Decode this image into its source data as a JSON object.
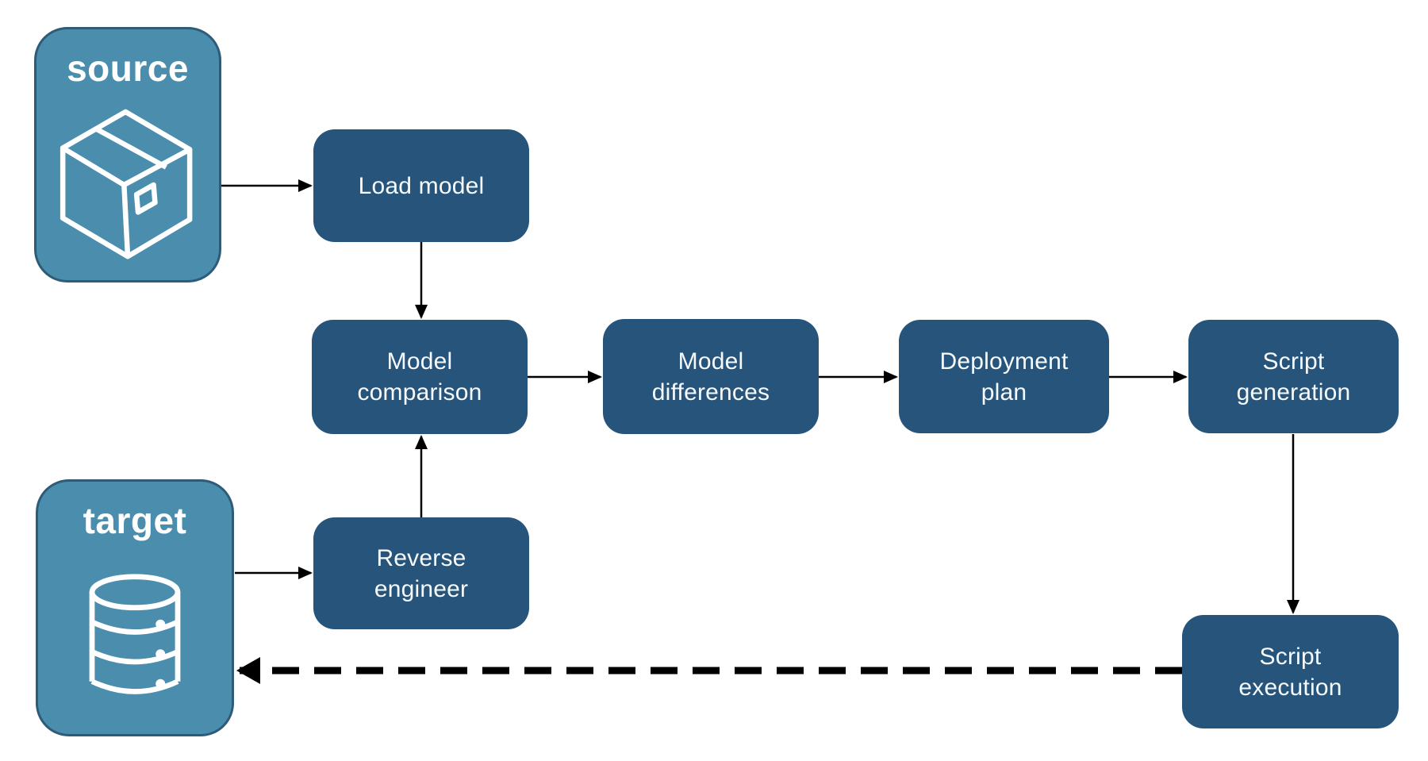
{
  "diagram": {
    "endpoints": {
      "source": {
        "label": "source",
        "icon": "package-icon"
      },
      "target": {
        "label": "target",
        "icon": "database-icon"
      }
    },
    "nodes": {
      "load_model": {
        "label": "Load model"
      },
      "model_comparison": {
        "label": "Model\ncomparison"
      },
      "model_differences": {
        "label": "Model\ndifferences"
      },
      "deployment_plan": {
        "label": "Deployment\nplan"
      },
      "script_generation": {
        "label": "Script\ngeneration"
      },
      "reverse_engineer": {
        "label": "Reverse\nengineer"
      },
      "script_execution": {
        "label": "Script\nexecution"
      }
    },
    "edges": [
      {
        "from": "source",
        "to": "load_model",
        "style": "solid"
      },
      {
        "from": "load_model",
        "to": "model_comparison",
        "style": "solid"
      },
      {
        "from": "model_comparison",
        "to": "model_differences",
        "style": "solid"
      },
      {
        "from": "model_differences",
        "to": "deployment_plan",
        "style": "solid"
      },
      {
        "from": "deployment_plan",
        "to": "script_generation",
        "style": "solid"
      },
      {
        "from": "script_generation",
        "to": "script_execution",
        "style": "solid"
      },
      {
        "from": "reverse_engineer",
        "to": "model_comparison",
        "style": "solid"
      },
      {
        "from": "target",
        "to": "reverse_engineer",
        "style": "solid"
      },
      {
        "from": "script_execution",
        "to": "target",
        "style": "dashed"
      }
    ],
    "colors": {
      "background": "#FFFFFF",
      "node_fill": "#27547A",
      "endpoint_fill": "#4A8DAC",
      "endpoint_border": "#2E5C78",
      "label_text": "#FFFFFF",
      "arrow": "#000000"
    }
  }
}
